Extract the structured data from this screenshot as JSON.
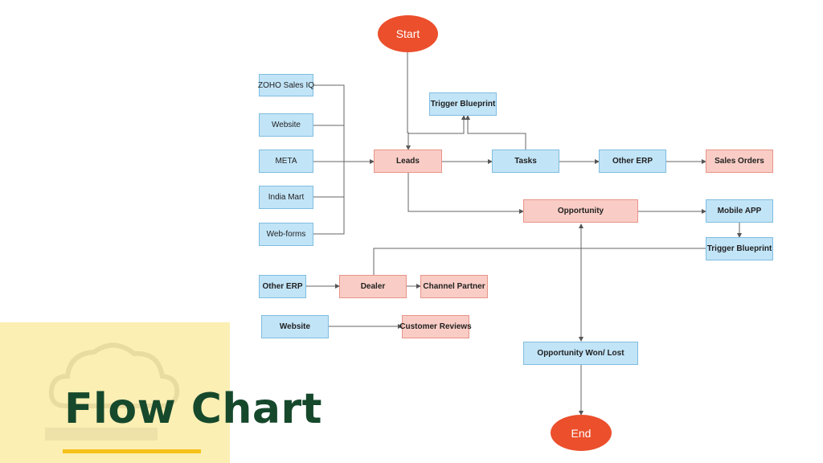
{
  "title": "Flow Chart",
  "colors": {
    "terminal": "#eb4f2c",
    "blue_node": "#c2e4f7",
    "pink_node": "#f9cdc6",
    "title_panel": "#fcefb4",
    "title_text": "#16482c",
    "underline": "#f6c21a"
  },
  "nodes": {
    "start": "Start",
    "end": "End",
    "zoho_sales_iq": "ZOHO Sales IQ",
    "website_source": "Website",
    "meta": "META",
    "india_mart": "India Mart",
    "web_forms": "Web-forms",
    "trigger_blueprint_top": "Trigger Blueprint",
    "leads": "Leads",
    "tasks": "Tasks",
    "other_erp_top": "Other ERP",
    "sales_orders": "Sales Orders",
    "opportunity": "Opportunity",
    "mobile_app": "Mobile APP",
    "trigger_blueprint_right": "Trigger Blueprint",
    "other_erp_left": "Other ERP",
    "dealer": "Dealer",
    "channel_partner": "Channel Partner",
    "website_reviews": "Website",
    "customer_reviews": "Customer Reviews",
    "opportunity_won_lost": "Opportunity Won/ Lost"
  }
}
